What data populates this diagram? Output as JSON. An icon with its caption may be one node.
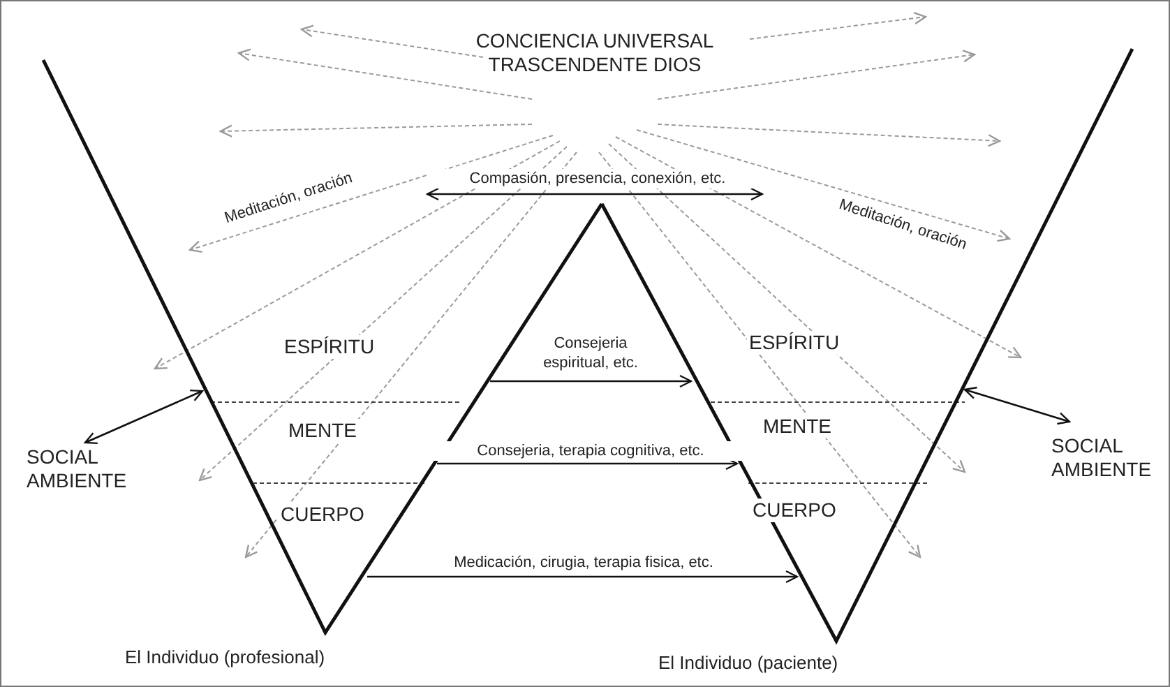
{
  "diagram": {
    "nodes": [
      {
        "text": [
          "CONCIENCIA UNIVERSAL TRASCENDENTE DIOS"
        ]
      },
      {
        "text": [
          "ESPÍRITU",
          "MENTE",
          "CUERPO"
        ],
        "beside": [
          "El Individuo (profesional)"
        ]
      },
      {
        "text": [
          "ESPÍRITU",
          "MENTE",
          "CUERPO"
        ],
        "beside": [
          "El Individuo (paciente)"
        ]
      },
      {
        "text": [
          "SOCIAL AMBIENTE"
        ]
      },
      {
        "text": [
          "SOCIAL AMBIENTE"
        ]
      }
    ],
    "edges": [
      {
        "from": 1,
        "to": 2,
        "arrow": "both",
        "label": "Compasión, presencia, conexión, etc."
      },
      {
        "from": 1,
        "to": 2,
        "arrow": "to",
        "label": "Consejeria espiritual, etc."
      },
      {
        "from": 1,
        "to": 2,
        "arrow": "to",
        "label": "Consejeria, terapia cognitiva, etc."
      },
      {
        "from": 1,
        "to": 2,
        "arrow": "to",
        "label": "Medicación, cirugia, terapia fisica, etc."
      },
      {
        "from": 3,
        "to": 1,
        "arrow": "both"
      },
      {
        "from": 4,
        "to": 2,
        "arrow": "both"
      }
    ],
    "labels": [
      "Meditación, oración",
      "Meditación, oración"
    ]
  }
}
